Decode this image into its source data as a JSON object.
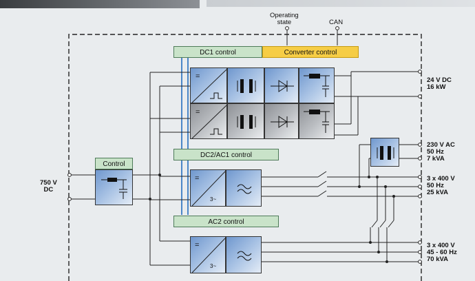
{
  "labels": {
    "operating_state": [
      "Operating",
      "state"
    ],
    "can": "CAN",
    "dc1_control": "DC1 control",
    "converter_control": "Converter control",
    "dc2_ac1_control": "DC2/AC1 control",
    "ac2_control": "AC2 control",
    "control": "Control",
    "input": [
      "750 V",
      "DC"
    ],
    "out_dc": [
      "24 V DC",
      "16 kW"
    ],
    "out_ac1": [
      "230 V AC",
      "50 Hz",
      "7 kVA"
    ],
    "out_ac2": [
      "3 x 400 V",
      "50 Hz",
      "25 kVA"
    ],
    "out_ac3": [
      "3 x 400 V",
      "45 - 60 Hz",
      "70 kVA"
    ],
    "phase_3": "3~"
  },
  "colors": {
    "control_green": "#c9e3c9",
    "converter_yellow": "#f6cd45",
    "block_blue": "#7ea3d4",
    "bus_blue": "#4a86c8"
  }
}
